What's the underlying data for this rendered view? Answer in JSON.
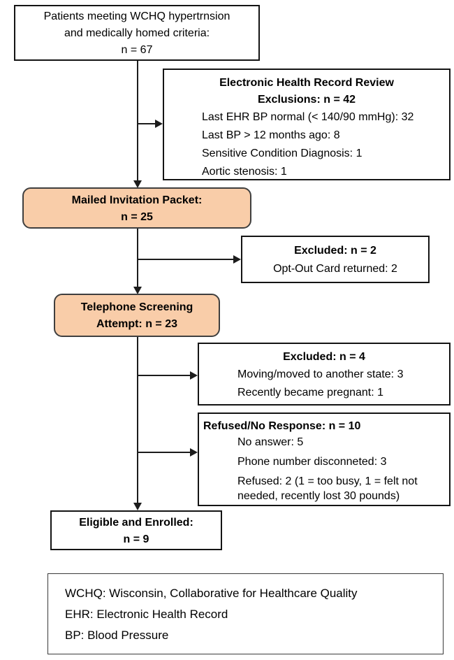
{
  "diagram": {
    "type": "patient-flow-consort",
    "top_box": {
      "line1": "Patients meeting WCHQ hypertrnsion",
      "line2": "and medically homed criteria:",
      "line3": "n = 67"
    },
    "ehr_box": {
      "title1": "Electronic Health Record Review",
      "title2": "Exclusions: n = 42",
      "items": [
        "Last EHR BP normal (< 140/90 mmHg): 32",
        "Last BP > 12 months ago: 8",
        "Sensitive Condition Diagnosis: 1",
        "Aortic stenosis: 1"
      ]
    },
    "mailed_box": {
      "line1": "Mailed Invitation Packet:",
      "line2": "n = 25"
    },
    "optout_box": {
      "title": "Excluded: n = 2",
      "items": [
        "Opt-Out Card returned: 2"
      ]
    },
    "phone_box": {
      "line1": "Telephone Screening",
      "line2": "Attempt: n = 23"
    },
    "excluded4_box": {
      "title": "Excluded: n = 4",
      "items": [
        "Moving/moved to another state: 3",
        "Recently became pregnant: 1"
      ]
    },
    "refused_box": {
      "title": "Refused/No Response: n = 10",
      "items": [
        "No answer: 5",
        "Phone number disconneted: 3",
        "Refused: 2 (1 = too busy, 1 = felt not needed, recently lost 30 pounds)"
      ]
    },
    "enrolled_box": {
      "line1": "Eligible and Enrolled:",
      "line2": "n = 9"
    },
    "legend_box": {
      "items": [
        "WCHQ: Wisconsin, Collaborative for Healthcare Quality",
        "EHR: Electronic Health Record",
        "BP: Blood Pressure"
      ]
    },
    "colors": {
      "highlight_fill": "#F9CDA9",
      "box_border": "#141414",
      "connector": "#1c1c1c"
    }
  }
}
